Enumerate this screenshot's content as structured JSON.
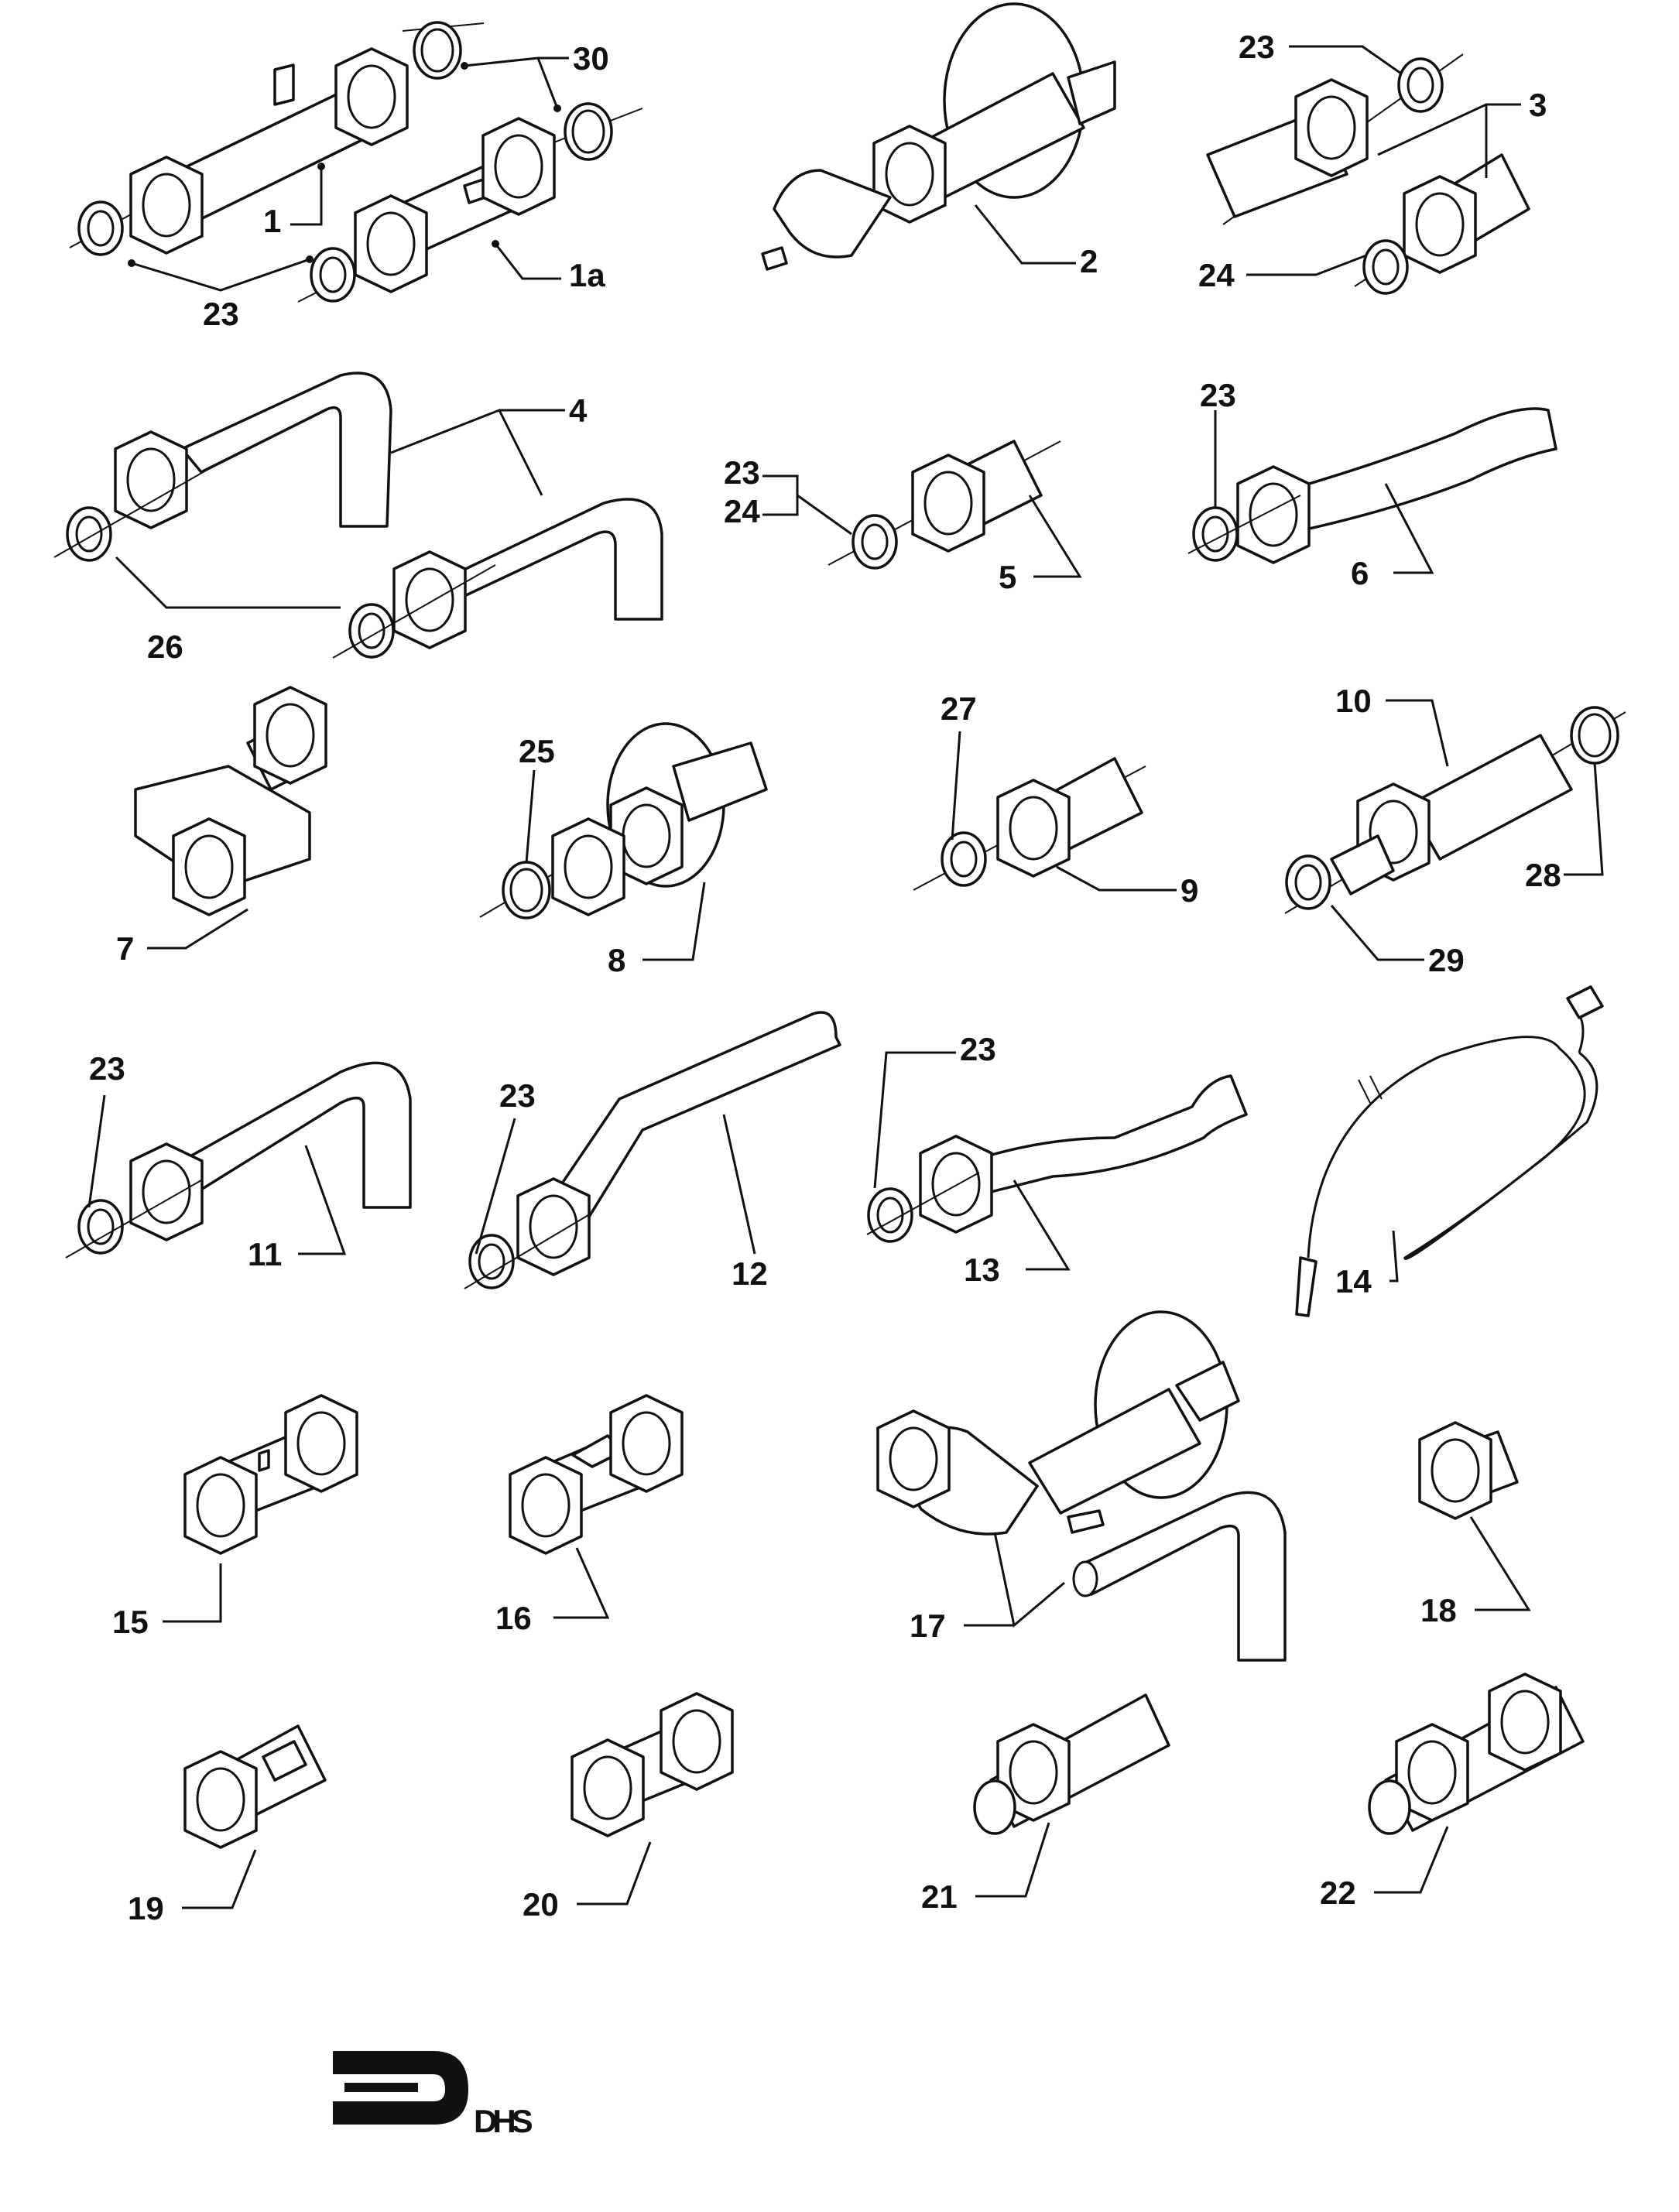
{
  "title": "",
  "logo": {
    "text": "DHS"
  },
  "callouts": {
    "c1": "1",
    "c1a": "1a",
    "c30": "30",
    "c23a": "23",
    "c2": "2",
    "c23b": "23",
    "c3": "3",
    "c24a": "24",
    "c4": "4",
    "c26": "26",
    "c23c": "23",
    "c24b": "24",
    "c5": "5",
    "c23d": "23",
    "c6": "6",
    "c7": "7",
    "c25": "25",
    "c8": "8",
    "c27": "27",
    "c9": "9",
    "c10": "10",
    "c28": "28",
    "c29": "29",
    "c23e": "23",
    "c11": "11",
    "c23f": "23",
    "c12": "12",
    "c23g": "23",
    "c13": "13",
    "c14": "14",
    "c15": "15",
    "c16": "16",
    "c17": "17",
    "c18": "18",
    "c19": "19",
    "c20": "20",
    "c21": "21",
    "c22": "22"
  }
}
